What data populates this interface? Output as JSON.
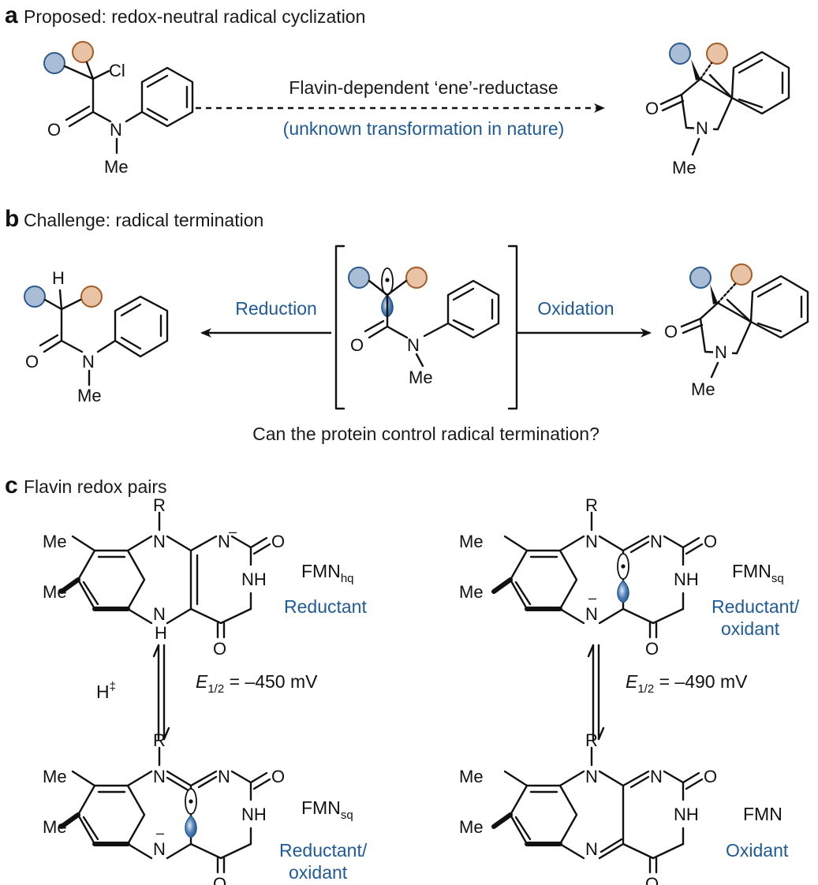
{
  "panels": {
    "a": {
      "letter": "a",
      "title": "Proposed: redox-neutral radical cyclization",
      "arrow_label": "Flavin-dependent ‘ene’-reductase",
      "arrow_sublabel": "(unknown transformation in nature)"
    },
    "b": {
      "letter": "b",
      "title": "Challenge: radical termination",
      "left_arrow_label": "Reduction",
      "right_arrow_label": "Oxidation",
      "question": "Can the protein control radical termination?"
    },
    "c": {
      "letter": "c",
      "title": "Flavin redox pairs",
      "left_pair": {
        "top_name": "FMN",
        "top_sub": "hq",
        "top_role": "Reductant",
        "bottom_name": "FMN",
        "bottom_sub": "sq",
        "bottom_role_1": "Reductant/",
        "bottom_role_2": "oxidant",
        "proton": "H",
        "proton_sup": "‡",
        "potential_sym": "E",
        "potential_sub": "1/2",
        "potential_value": " = –450 mV"
      },
      "right_pair": {
        "top_name": "FMN",
        "top_sub": "sq",
        "top_role_1": "Reductant/",
        "top_role_2": "oxidant",
        "bottom_name": "FMN",
        "bottom_role": "Oxidant",
        "potential_sym": "E",
        "potential_sub": "1/2",
        "potential_value": " = –490 mV"
      }
    }
  },
  "atoms": {
    "cl": "Cl",
    "o": "O",
    "n": "N",
    "me": "Me",
    "h": "H",
    "r": "R",
    "nh": "NH",
    "minus": "–"
  },
  "colors": {
    "substituent_blue": "#a9bdd6",
    "substituent_blue_edge": "#2d5a8c",
    "substituent_orange": "#e8c3a6",
    "substituent_orange_edge": "#a35d26",
    "label_blue": "#1f5a96",
    "orbital": "#1f5a96"
  }
}
